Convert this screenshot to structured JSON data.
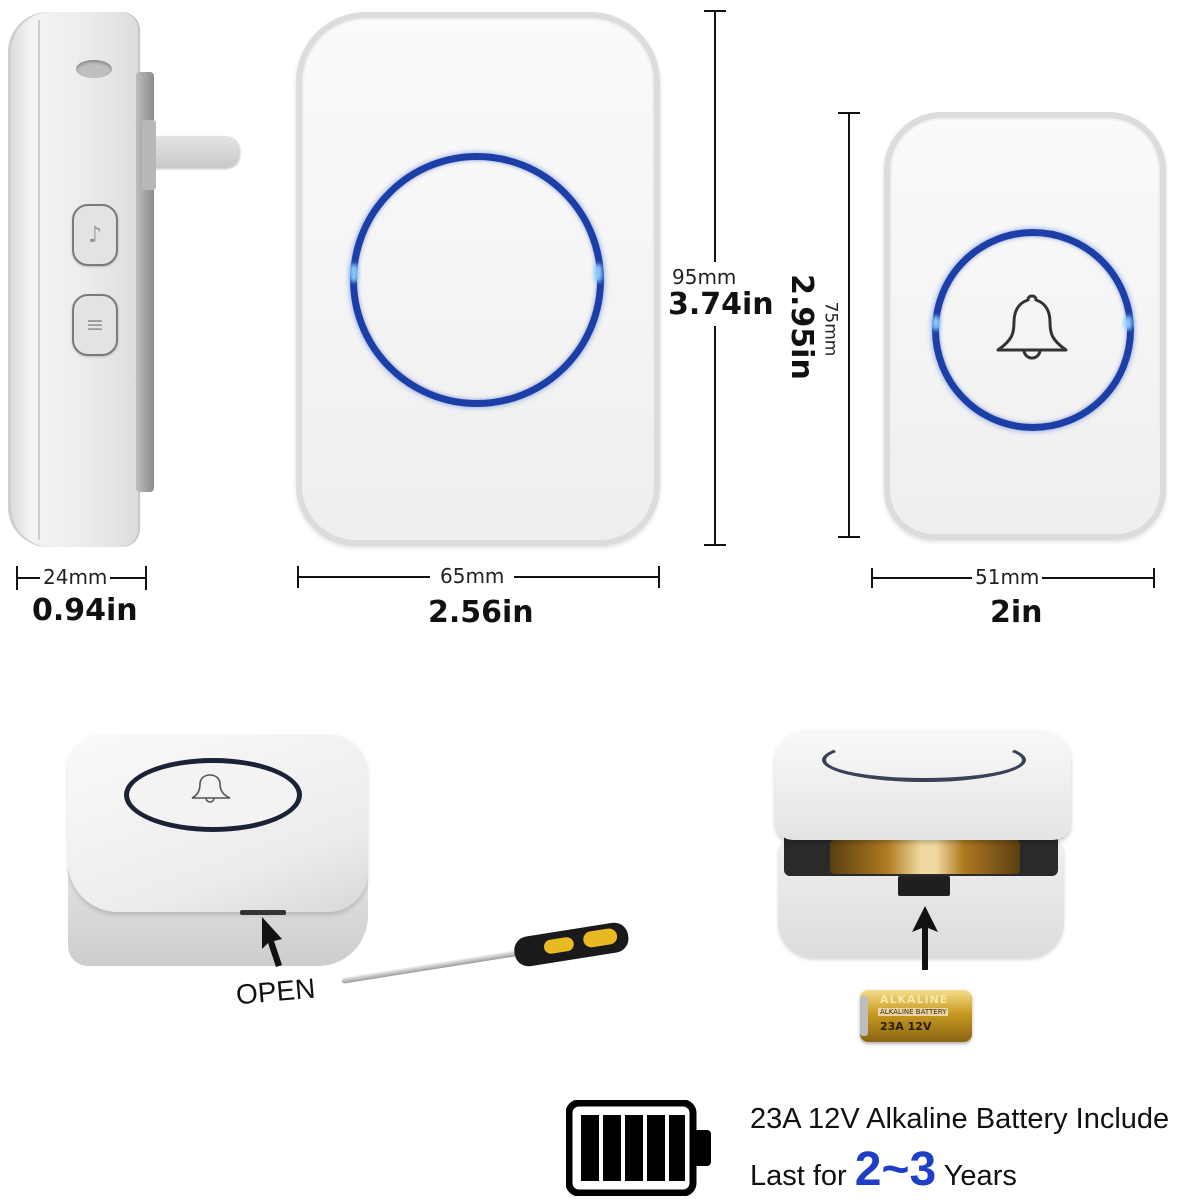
{
  "dimensions": {
    "receiver_depth": {
      "mm": "24mm",
      "in": "0.94in"
    },
    "receiver_width": {
      "mm": "65mm",
      "in": "2.56in"
    },
    "receiver_height": {
      "mm": "95mm",
      "in": "3.74in"
    },
    "button_height": {
      "mm": "75mm",
      "in": "2.95in"
    },
    "button_width": {
      "mm": "51mm",
      "in": "2in"
    }
  },
  "side_view": {
    "buttons": [
      {
        "icon": "music-note-icon",
        "glyph": "♪"
      },
      {
        "icon": "volume-icon",
        "glyph": "≡"
      }
    ]
  },
  "transmitter": {
    "icon": "bell-icon"
  },
  "install_steps": {
    "open_label": "OPEN",
    "battery_label_lines": [
      "ALKALINE",
      "ALKALINE BATTERY",
      "23A 12V"
    ]
  },
  "footer": {
    "line1": "23A 12V Alkaline Battery Include",
    "line2_prefix": "Last for",
    "line2_highlight": "2~3",
    "line2_suffix": "Years"
  },
  "colors": {
    "ring_blue": "#1b3fa6",
    "highlight_blue": "#1d3fc8",
    "battery_gold": "#c89a22"
  }
}
